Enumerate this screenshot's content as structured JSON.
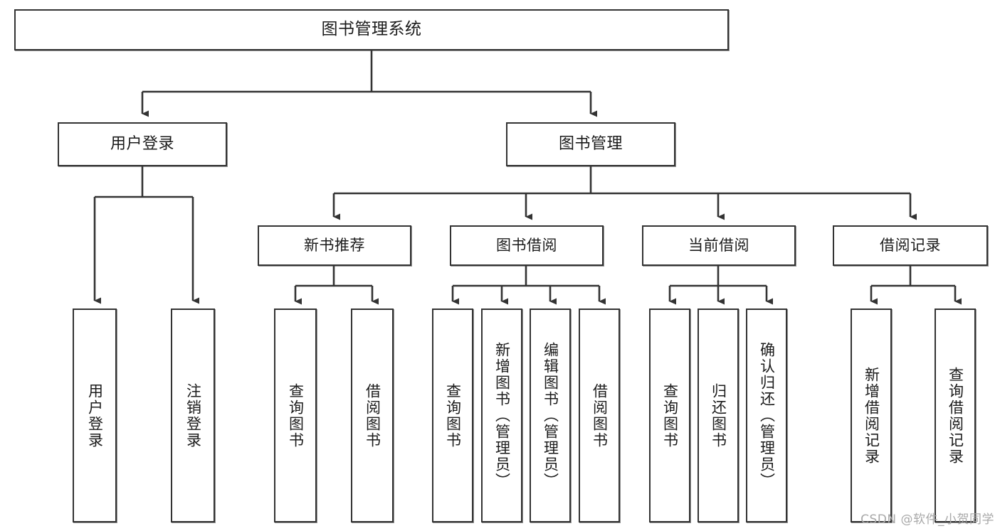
{
  "diagram": {
    "title": "图书管理系统",
    "watermark": "CSDN @软件_小贺同学",
    "colors": {
      "border": "#333333",
      "background": "#ffffff",
      "text": "#1b1b1b",
      "connector": "#333333",
      "watermark": "#a8a8a8"
    },
    "nodes": {
      "root": {
        "label": "图书管理系统"
      },
      "level2": [
        {
          "label": "用户登录"
        },
        {
          "label": "图书管理"
        }
      ],
      "level3": [
        {
          "label": "新书推荐"
        },
        {
          "label": "图书借阅"
        },
        {
          "label": "当前借阅"
        },
        {
          "label": "借阅记录"
        }
      ],
      "leaves": {
        "user_login": [
          {
            "label": "用户登录"
          },
          {
            "label": "注销登录"
          }
        ],
        "new_book_recommend": [
          {
            "label": "查询图书"
          },
          {
            "label": "借阅图书"
          }
        ],
        "book_borrow": [
          {
            "label": "查询图书"
          },
          {
            "label": "新增图书（管理员）"
          },
          {
            "label": "编辑图书（管理员）"
          },
          {
            "label": "借阅图书"
          }
        ],
        "current_borrow": [
          {
            "label": "查询图书"
          },
          {
            "label": "归还图书"
          },
          {
            "label": "确认归还（管理员）"
          }
        ],
        "borrow_record": [
          {
            "label": "新增借阅记录"
          },
          {
            "label": "查询借阅记录"
          }
        ]
      }
    }
  }
}
